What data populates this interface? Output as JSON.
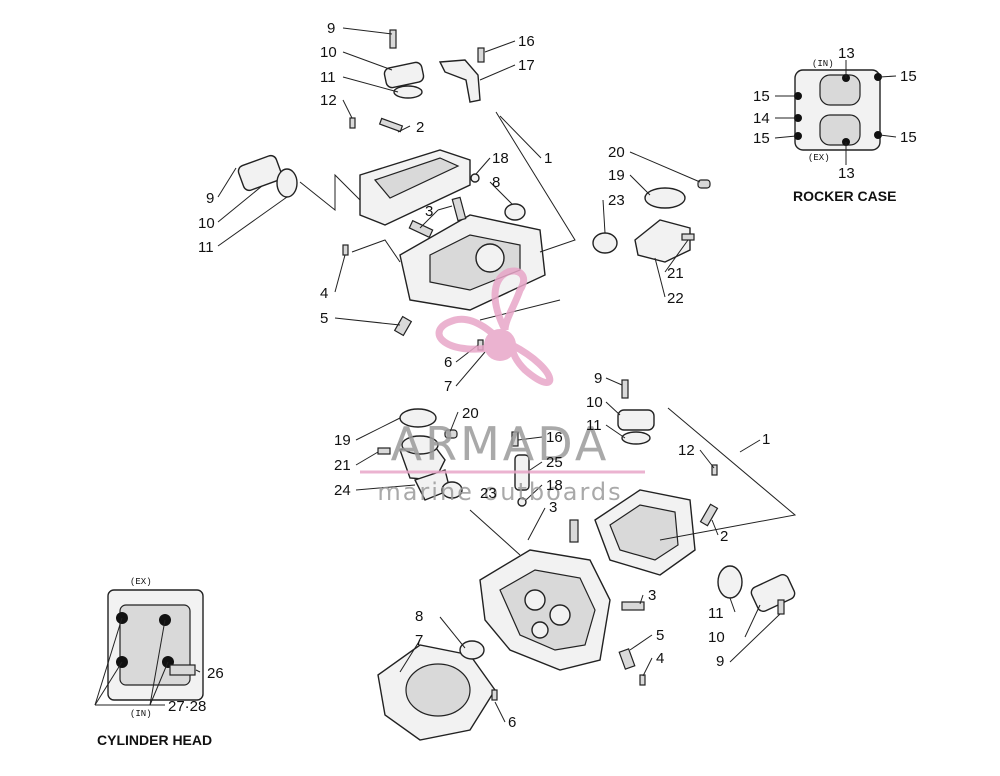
{
  "labels": {
    "rocker_case": "ROCKER CASE",
    "cylinder_head": "CYLINDER HEAD",
    "in": "(IN)",
    "ex": "(EX)"
  },
  "watermark": {
    "brand": "ARMADA",
    "tagline": "marine outboards"
  },
  "callouts": {
    "c1": "9",
    "c2": "10",
    "c3": "11",
    "c4": "12",
    "c5": "2",
    "c6": "16",
    "c7": "17",
    "c8": "9",
    "c9": "10",
    "c10": "11",
    "c11": "18",
    "c12": "1",
    "c13": "8",
    "c14": "3",
    "c15": "4",
    "c16": "5",
    "c17": "6",
    "c18": "7",
    "c19": "20",
    "c20": "19",
    "c21": "23",
    "c22": "21",
    "c23": "22",
    "c24": "13",
    "c25": "15",
    "c26": "15",
    "c27": "14",
    "c28": "15",
    "c29": "15",
    "c30": "13",
    "c31": "9",
    "c32": "10",
    "c33": "11",
    "c34": "12",
    "c35": "1",
    "c36": "20",
    "c37": "19",
    "c38": "21",
    "c39": "24",
    "c40": "16",
    "c41": "25",
    "c42": "18",
    "c43": "23",
    "c44": "3",
    "c45": "2",
    "c46": "3",
    "c47": "8",
    "c48": "7",
    "c49": "5",
    "c50": "4",
    "c51": "6",
    "c52": "11",
    "c53": "10",
    "c54": "9",
    "c55": "26",
    "c56": "27·28"
  },
  "colors": {
    "line": "#222222",
    "watermark_pink": "#e8a6c8",
    "watermark_gray": "#9b9b9b"
  }
}
